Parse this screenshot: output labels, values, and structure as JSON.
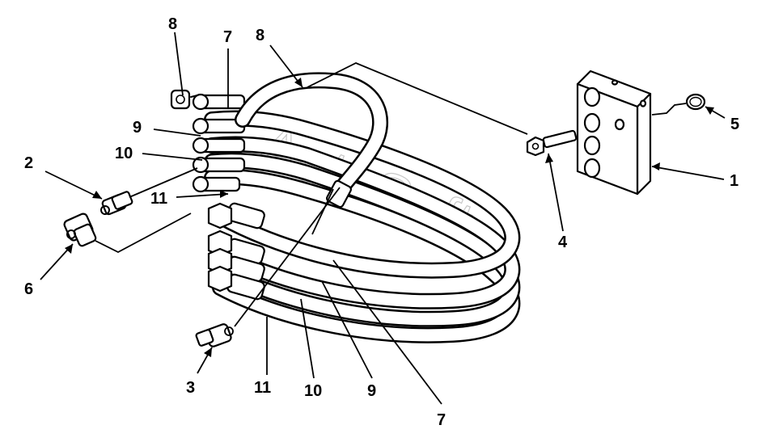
{
  "watermark": "AutoSoft",
  "callouts": [
    {
      "id": "c1",
      "text": "1"
    },
    {
      "id": "c2",
      "text": "2"
    },
    {
      "id": "c3",
      "text": "3"
    },
    {
      "id": "c4",
      "text": "4"
    },
    {
      "id": "c5",
      "text": "5"
    },
    {
      "id": "c6",
      "text": "6"
    },
    {
      "id": "c7a",
      "text": "7"
    },
    {
      "id": "c7b",
      "text": "7"
    },
    {
      "id": "c8a",
      "text": "8"
    },
    {
      "id": "c8b",
      "text": "8"
    },
    {
      "id": "c9a",
      "text": "9"
    },
    {
      "id": "c9b",
      "text": "9"
    },
    {
      "id": "c10a",
      "text": "10"
    },
    {
      "id": "c10b",
      "text": "10"
    },
    {
      "id": "c11a",
      "text": "11"
    },
    {
      "id": "c11b",
      "text": "11"
    }
  ]
}
